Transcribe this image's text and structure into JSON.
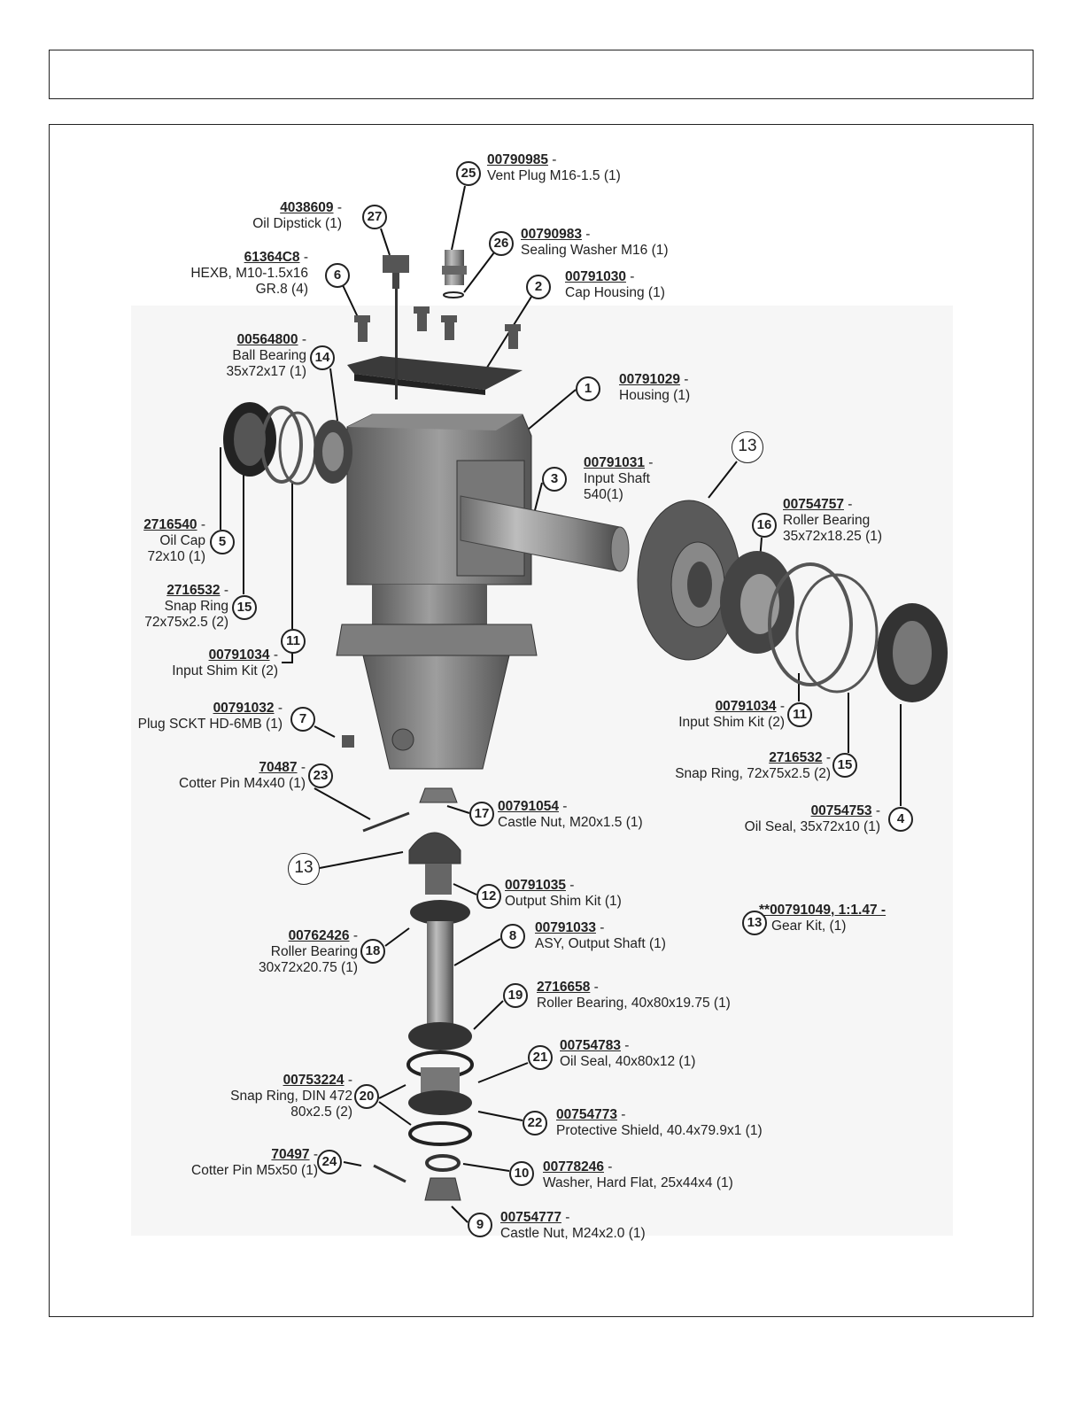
{
  "callouts": [
    {
      "id": "c25",
      "num": "25",
      "pn": "00790985",
      "sep": " -",
      "lines": [
        "Vent Plug M16-1.5 (1)"
      ]
    },
    {
      "id": "c27",
      "num": "27",
      "pn": "4038609",
      "sep": " -",
      "lines": [
        "Oil Dipstick (1)"
      ]
    },
    {
      "id": "c26",
      "num": "26",
      "pn": "00790983",
      "sep": " -",
      "lines": [
        "Sealing Washer M16 (1)"
      ]
    },
    {
      "id": "c6",
      "num": "6",
      "pn": "61364C8",
      "sep": " -",
      "lines": [
        "HEXB, M10-1.5x16",
        "GR.8 (4)"
      ]
    },
    {
      "id": "c2",
      "num": "2",
      "pn": "00791030",
      "sep": " -",
      "lines": [
        "Cap Housing (1)"
      ]
    },
    {
      "id": "c14",
      "num": "14",
      "pn": "00564800",
      "sep": " -",
      "lines": [
        "Ball Bearing",
        "35x72x17 (1)"
      ]
    },
    {
      "id": "c1",
      "num": "1",
      "pn": "00791029",
      "sep": " -",
      "lines": [
        "Housing (1)"
      ]
    },
    {
      "id": "c3",
      "num": "3",
      "pn": "00791031",
      "sep": " -",
      "lines": [
        "Input Shaft",
        "540(1)"
      ]
    },
    {
      "id": "c13a",
      "num": "13",
      "pn": "",
      "sep": "",
      "lines": []
    },
    {
      "id": "c16",
      "num": "16",
      "pn": "00754757",
      "sep": " -",
      "lines": [
        "Roller Bearing",
        "35x72x18.25 (1)"
      ]
    },
    {
      "id": "c5",
      "num": "5",
      "pn": "2716540",
      "sep": " -",
      "lines": [
        "Oil Cap",
        "72x10 (1)"
      ]
    },
    {
      "id": "c15a",
      "num": "15",
      "pn": "2716532",
      "sep": " -",
      "lines": [
        "Snap Ring",
        "72x75x2.5 (2)"
      ]
    },
    {
      "id": "c11a",
      "num": "11",
      "pn": "00791034",
      "sep": " -",
      "lines": [
        "Input Shim Kit (2)"
      ]
    },
    {
      "id": "c7",
      "num": "7",
      "pn": "00791032",
      "sep": " -",
      "lines": [
        "Plug SCKT HD-6MB (1)"
      ]
    },
    {
      "id": "c11b",
      "num": "11",
      "pn": "00791034",
      "sep": " -",
      "lines": [
        "Input Shim Kit (2)"
      ]
    },
    {
      "id": "c23",
      "num": "23",
      "pn": "70487",
      "sep": " -",
      "lines": [
        "Cotter Pin M4x40 (1)"
      ]
    },
    {
      "id": "c15b",
      "num": "15",
      "pn": "2716532",
      "sep": " -",
      "lines": [
        "Snap Ring, 72x75x2.5 (2)"
      ]
    },
    {
      "id": "c17",
      "num": "17",
      "pn": "00791054",
      "sep": " -",
      "lines": [
        "Castle Nut, M20x1.5 (1)"
      ]
    },
    {
      "id": "c4",
      "num": "4",
      "pn": "00754753",
      "sep": " -",
      "lines": [
        "Oil Seal, 35x72x10 (1)"
      ]
    },
    {
      "id": "c13b",
      "num": "13",
      "pn": "",
      "sep": "",
      "lines": []
    },
    {
      "id": "c12",
      "num": "12",
      "pn": "00791035",
      "sep": " -",
      "lines": [
        "Output Shim Kit (1)"
      ]
    },
    {
      "id": "c13c",
      "num": "13",
      "pn": "**00791049, 1:1.47 -",
      "sep": "",
      "lines": [
        "Gear Kit, (1)"
      ]
    },
    {
      "id": "c18",
      "num": "18",
      "pn": "00762426",
      "sep": " -",
      "lines": [
        "Roller Bearing",
        "30x72x20.75 (1)"
      ]
    },
    {
      "id": "c8",
      "num": "8",
      "pn": "00791033",
      "sep": " -",
      "lines": [
        "ASY, Output Shaft (1)"
      ]
    },
    {
      "id": "c19",
      "num": "19",
      "pn": "2716658",
      "sep": " -",
      "lines": [
        "Roller Bearing, 40x80x19.75 (1)"
      ]
    },
    {
      "id": "c21",
      "num": "21",
      "pn": "00754783",
      "sep": " -",
      "lines": [
        "Oil Seal, 40x80x12 (1)"
      ]
    },
    {
      "id": "c20",
      "num": "20",
      "pn": "00753224",
      "sep": " -",
      "lines": [
        "Snap Ring, DIN 472",
        "80x2.5 (2)"
      ]
    },
    {
      "id": "c22",
      "num": "22",
      "pn": "00754773",
      "sep": " -",
      "lines": [
        "Protective Shield, 40.4x79.9x1 (1)"
      ]
    },
    {
      "id": "c24",
      "num": "24",
      "pn": "70497",
      "sep": " -",
      "lines": [
        "Cotter Pin M5x50 (1)"
      ]
    },
    {
      "id": "c10",
      "num": "10",
      "pn": "00778246",
      "sep": " -",
      "lines": [
        "Washer, Hard Flat, 25x44x4 (1)"
      ]
    },
    {
      "id": "c9",
      "num": "9",
      "pn": "00754777",
      "sep": " -",
      "lines": [
        "Castle Nut,  M24x2.0 (1)"
      ]
    }
  ]
}
